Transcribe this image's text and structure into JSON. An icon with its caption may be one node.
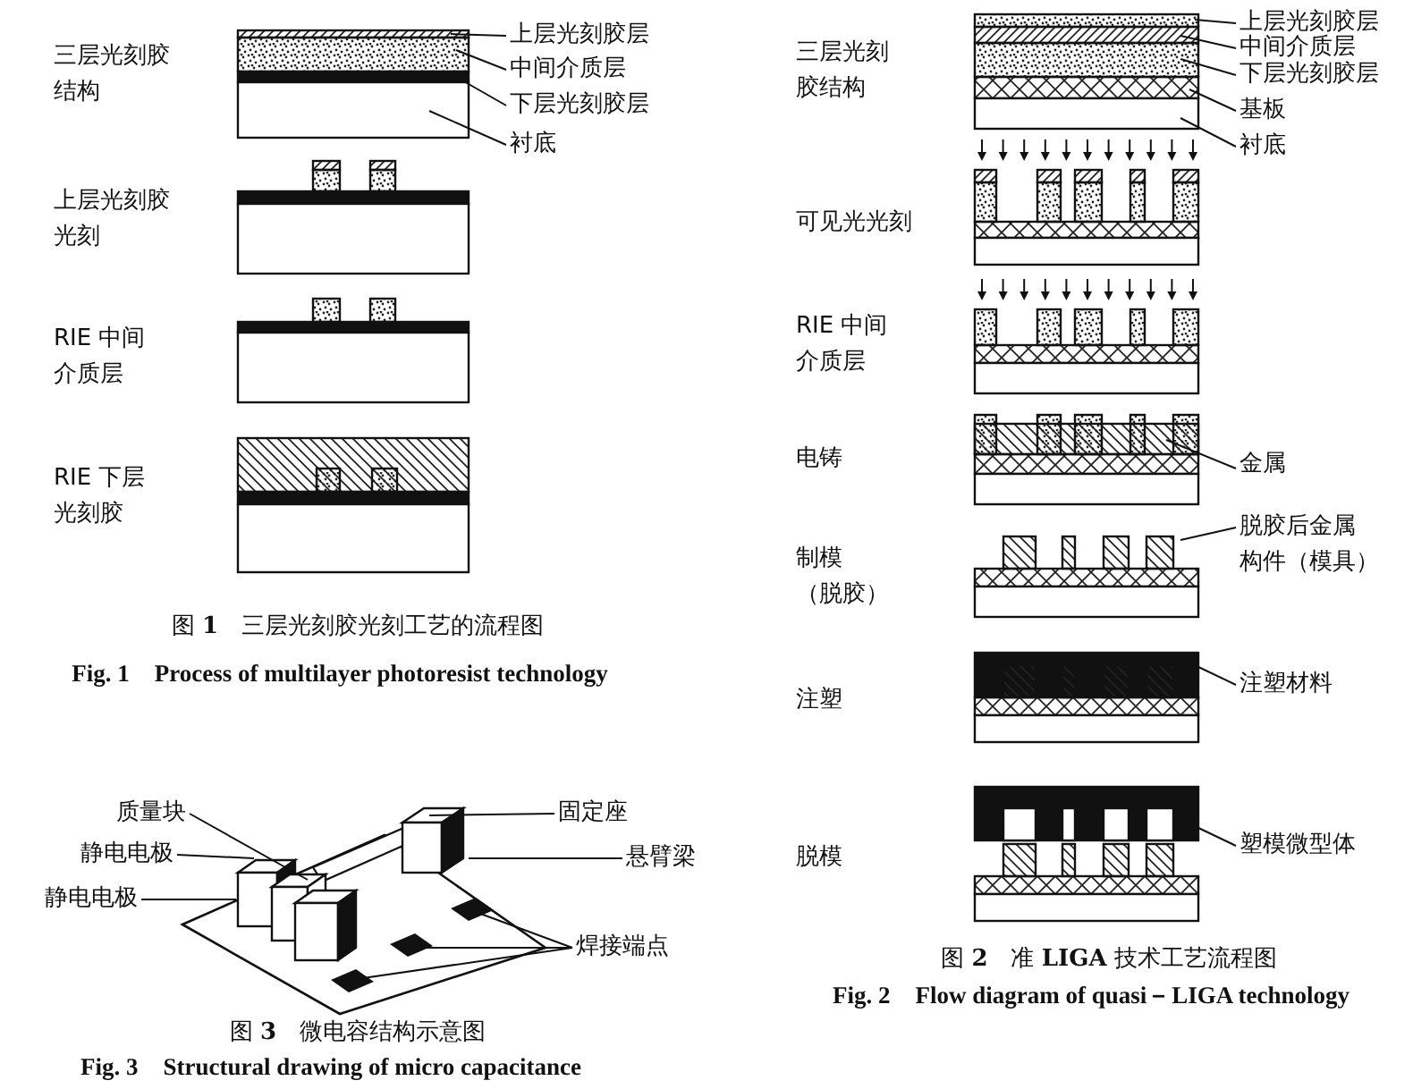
{
  "diagram": {
    "nodes": [
      {
        "text": [
          "上层光刻胶层"
        ]
      },
      {
        "text": [
          "中间介质层"
        ]
      },
      {
        "text": [
          "下层光刻胶层"
        ]
      },
      {
        "text": [
          "衬底"
        ]
      },
      {
        "text": [
          "上层光刻胶层"
        ]
      },
      {
        "text": [
          "中间介质层"
        ]
      },
      {
        "text": [
          "下层光刻胶层"
        ]
      },
      {
        "text": [
          "基板"
        ]
      },
      {
        "text": [
          "衬底"
        ]
      },
      {
        "text": [
          "金属"
        ]
      },
      {
        "text": [
          "脱胶后金属构件（模具）"
        ]
      },
      {
        "text": [
          "注塑材料"
        ]
      },
      {
        "text": [
          "塑模微型体"
        ]
      },
      {
        "text": [
          "质量块"
        ]
      },
      {
        "text": [
          "静电电极"
        ]
      },
      {
        "text": [
          "静电电极"
        ]
      },
      {
        "text": [
          "固定座"
        ]
      },
      {
        "text": [
          "悬臂梁"
        ]
      },
      {
        "text": [
          "焊接端点"
        ]
      }
    ],
    "edges": [
      {
        "from": 0,
        "to": null,
        "arrow": "none"
      },
      {
        "from": 1,
        "to": null,
        "arrow": "none"
      },
      {
        "from": 2,
        "to": null,
        "arrow": "none"
      },
      {
        "from": 3,
        "to": null,
        "arrow": "none"
      },
      {
        "from": 4,
        "to": null,
        "arrow": "none"
      },
      {
        "from": 5,
        "to": null,
        "arrow": "none"
      },
      {
        "from": 6,
        "to": null,
        "arrow": "none"
      },
      {
        "from": 7,
        "to": null,
        "arrow": "none"
      },
      {
        "from": 8,
        "to": null,
        "arrow": "none"
      },
      {
        "from": 9,
        "to": null,
        "arrow": "none"
      },
      {
        "from": 10,
        "to": null,
        "arrow": "none"
      },
      {
        "from": 11,
        "to": null,
        "arrow": "none"
      },
      {
        "from": 12,
        "to": null,
        "arrow": "none"
      },
      {
        "from": 13,
        "to": null,
        "arrow": "none"
      },
      {
        "from": 14,
        "to": null,
        "arrow": "none"
      },
      {
        "from": 15,
        "to": null,
        "arrow": "none"
      },
      {
        "from": 16,
        "to": null,
        "arrow": "none"
      },
      {
        "from": 17,
        "to": null,
        "arrow": "none"
      },
      {
        "from": 18,
        "to": null,
        "arrow": "none"
      },
      {
        "from": 18,
        "to": null,
        "arrow": "none"
      },
      {
        "from": 18,
        "to": null,
        "arrow": "none"
      }
    ],
    "labels": [
      "三层光刻胶结构",
      "上层光刻胶光刻",
      "RIE 中间介质层",
      "RIE 下层光刻胶",
      "图 **1**　三层光刻胶光刻工艺的流程图",
      "Fig. 1　Process of multilayer photoresist technology",
      "图 **3**　微电容结构示意图",
      "Fig. 3　Structural drawing of micro capacitance",
      "三层光刻胶结构",
      "可见光光刻",
      "RIE 中间介质层",
      "电铸",
      "制模（脱胶）",
      "注塑",
      "脱模",
      "图 **2**　准 **LIGA** 技术工艺流程图",
      "Fig. 2　Flow diagram of quasi－LIGA technology"
    ]
  }
}
